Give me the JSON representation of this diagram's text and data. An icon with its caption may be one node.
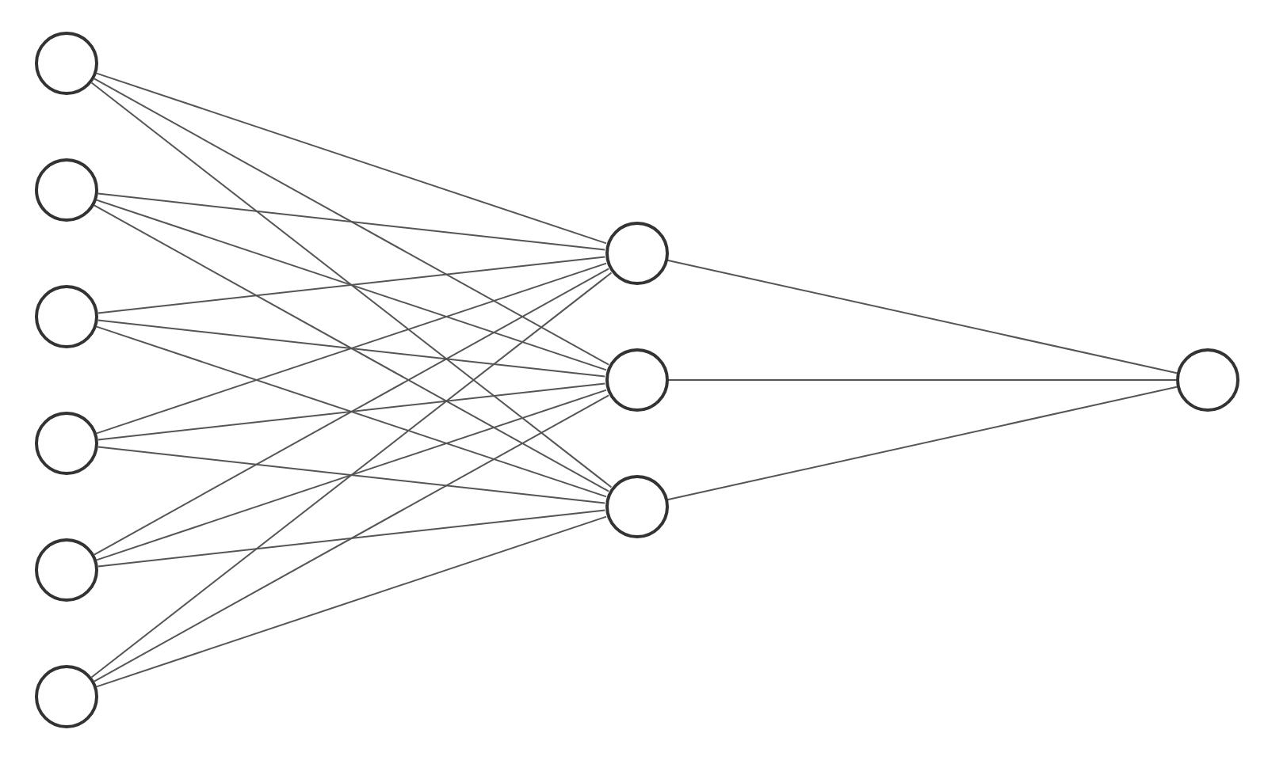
{
  "diagram": {
    "nodes": [
      {
        "text": [],
        "shape": "circle"
      },
      {
        "text": [],
        "shape": "circle"
      },
      {
        "text": [],
        "shape": "circle"
      },
      {
        "text": [],
        "shape": "circle"
      },
      {
        "text": [],
        "shape": "circle"
      },
      {
        "text": [],
        "shape": "circle"
      },
      {
        "text": [],
        "shape": "circle"
      },
      {
        "text": [],
        "shape": "circle"
      },
      {
        "text": [],
        "shape": "circle"
      },
      {
        "text": [],
        "shape": "circle"
      }
    ],
    "edges": [
      {
        "from": 0,
        "to": 6,
        "arrow": "none"
      },
      {
        "from": 0,
        "to": 7,
        "arrow": "none"
      },
      {
        "from": 0,
        "to": 8,
        "arrow": "none"
      },
      {
        "from": 1,
        "to": 6,
        "arrow": "none"
      },
      {
        "from": 1,
        "to": 7,
        "arrow": "none"
      },
      {
        "from": 1,
        "to": 8,
        "arrow": "none"
      },
      {
        "from": 2,
        "to": 6,
        "arrow": "none"
      },
      {
        "from": 2,
        "to": 7,
        "arrow": "none"
      },
      {
        "from": 2,
        "to": 8,
        "arrow": "none"
      },
      {
        "from": 3,
        "to": 6,
        "arrow": "none"
      },
      {
        "from": 3,
        "to": 7,
        "arrow": "none"
      },
      {
        "from": 3,
        "to": 8,
        "arrow": "none"
      },
      {
        "from": 4,
        "to": 6,
        "arrow": "none"
      },
      {
        "from": 4,
        "to": 7,
        "arrow": "none"
      },
      {
        "from": 4,
        "to": 8,
        "arrow": "none"
      },
      {
        "from": 5,
        "to": 6,
        "arrow": "none"
      },
      {
        "from": 5,
        "to": 7,
        "arrow": "none"
      },
      {
        "from": 5,
        "to": 8,
        "arrow": "none"
      },
      {
        "from": 6,
        "to": 9,
        "arrow": "none"
      },
      {
        "from": 7,
        "to": 9,
        "arrow": "none"
      },
      {
        "from": 8,
        "to": 9,
        "arrow": "none"
      }
    ]
  }
}
